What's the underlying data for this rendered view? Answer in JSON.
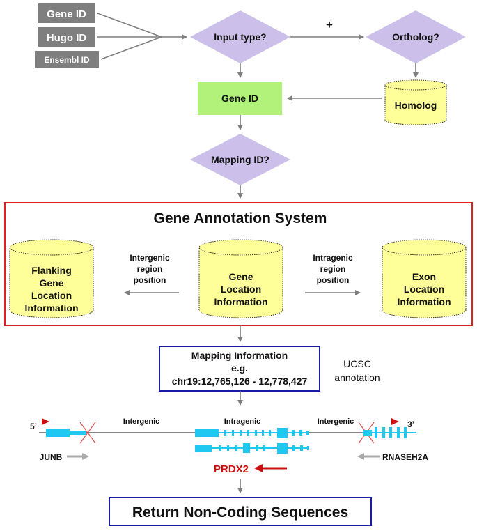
{
  "inputs": {
    "gene_id": "Gene ID",
    "hugo_id": "Hugo ID",
    "ensembl_id": "Ensembl ID"
  },
  "decisions": {
    "input_type": "Input type?",
    "plus": "+",
    "ortholog": "Ortholog?",
    "mapping_id": "Mapping ID?"
  },
  "nodes": {
    "gene_id": "Gene ID",
    "homolog": "Homolog"
  },
  "annotation_system": {
    "title": "Gene Annotation System",
    "flanking": [
      "Flanking",
      "Gene",
      "Location",
      "Information"
    ],
    "gene_location": [
      "Gene",
      "Location",
      "Information"
    ],
    "exon": [
      "Exon",
      "Location",
      "Information"
    ],
    "intergenic_position": [
      "Intergenic",
      "region",
      "position"
    ],
    "intragenic_position": [
      "Intragenic",
      "region",
      "position"
    ]
  },
  "mapping_info": {
    "line1": "Mapping Information",
    "line2": "e.g.",
    "line3": "chr19:12,765,126 - 12,778,427",
    "ucsc": [
      "UCSC",
      "annotation"
    ]
  },
  "genome": {
    "five_prime": "5’",
    "three_prime": "3’",
    "intergenic_left": "Intergenic",
    "intragenic": "Intragenic",
    "intergenic_right": "Intergenic",
    "junb": "JUNB",
    "prdx2": "PRDX2",
    "rnaseh2a": "RNASEH2A"
  },
  "result": "Return Non-Coding Sequences",
  "colors": {
    "input_box": "#7f7f7f",
    "diamond": "#ccc0ea",
    "gene_box": "#b2f27a",
    "cylinder": "#ffff99",
    "red_frame": "#e02020",
    "blue_frame": "#1a1aa8",
    "exon": "#1ec8f0",
    "arrow_gray": "#7f7f7f",
    "prdx2_red": "#cc1010"
  }
}
